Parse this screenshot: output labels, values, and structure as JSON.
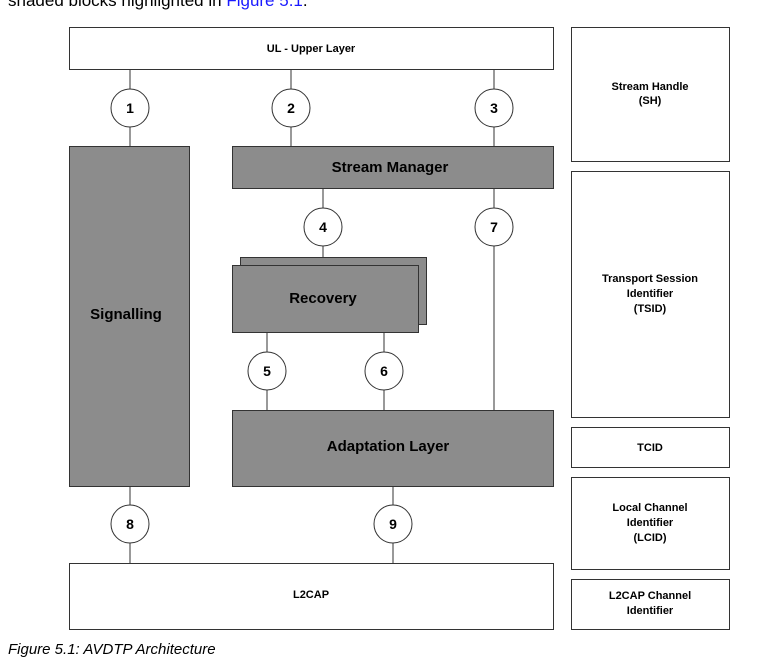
{
  "intro": {
    "text": "shaded blocks highlighted in ",
    "link": "Figure 5.1",
    "tail": "."
  },
  "blocks": {
    "upper_layer": "UL - Upper Layer",
    "stream_manager": "Stream Manager",
    "signalling": "Signalling",
    "recovery": "Recovery",
    "adaptation_layer": "Adaptation Layer",
    "l2cap": "L2CAP"
  },
  "identifiers": {
    "stream_handle": [
      "Stream Handle",
      "(SH)"
    ],
    "tsid": [
      "Transport Session",
      "Identifier",
      "(TSID)"
    ],
    "tcid": [
      "TCID"
    ],
    "lcid": [
      "Local Channel",
      "Identifier",
      "(LCID)"
    ],
    "l2cap_channel": [
      "L2CAP Channel",
      "Identifier"
    ]
  },
  "interfaces": [
    "1",
    "2",
    "3",
    "4",
    "5",
    "6",
    "7",
    "8",
    "9"
  ],
  "caption": "Figure 5.1: AVDTP Architecture",
  "colors": {
    "shaded_block": "#8c8c8c",
    "link": "#1a1aff"
  }
}
